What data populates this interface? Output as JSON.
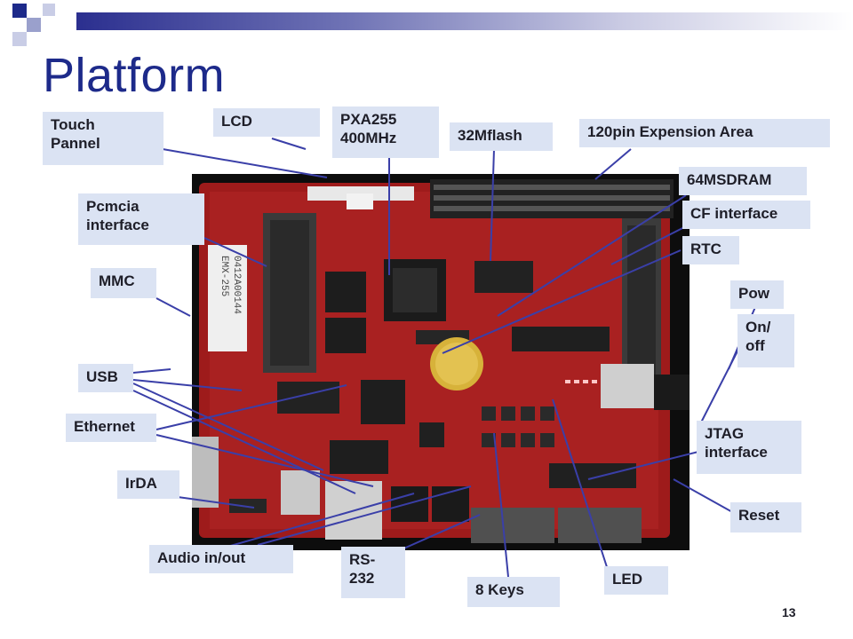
{
  "slide": {
    "title": "Platform",
    "page_number": "13"
  },
  "colors": {
    "title": "#1d2a8a",
    "label_bg": "#dbe3f3",
    "board_pcb": "#9e1b1b",
    "connector_line": "#3a3fa8"
  },
  "labels": {
    "touch_pannel": "Touch\nPannel",
    "lcd": "LCD",
    "pxa255": "PXA255\n400MHz",
    "flash": "32Mflash",
    "expansion": "120pin Expension Area",
    "sdram": "64MSDRAM",
    "pcmcia": "Pcmcia\ninterface",
    "cf": "CF interface",
    "rtc": "RTC",
    "mmc": "MMC",
    "pow": "Pow",
    "onoff": "On/\noff",
    "usb": "USB",
    "ethernet": "Ethernet",
    "jtag": "JTAG\ninterface",
    "irda": "IrDA",
    "reset": "Reset",
    "audio": "Audio in/out",
    "rs232": "RS-\n232",
    "keys": "8 Keys",
    "led": "LED"
  },
  "board_markings": {
    "sticker_line1": "EMX-255",
    "sticker_line2": "0412A00144"
  }
}
